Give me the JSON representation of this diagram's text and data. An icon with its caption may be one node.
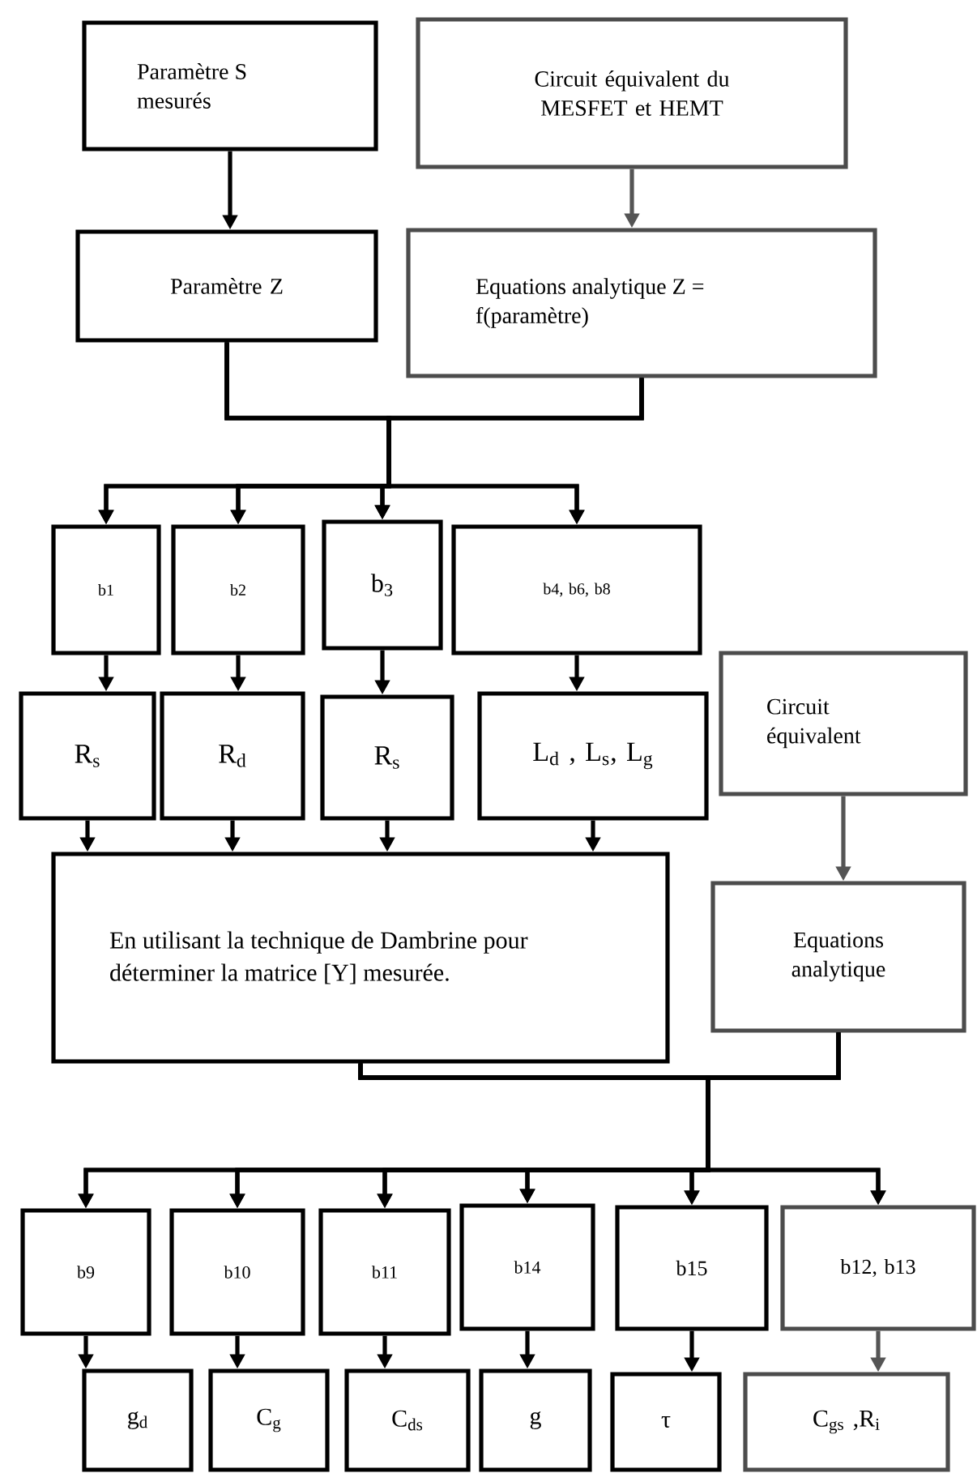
{
  "diagram": {
    "nodes": [
      {
        "text": [
          "Paramètre S mesurés"
        ]
      },
      {
        "text": [
          "Circuit équivalent du MESFET et HEMT"
        ]
      },
      {
        "text": [
          "Paramètre Z"
        ]
      },
      {
        "text": [
          "Equations analytique Z = f(paramètre)"
        ]
      },
      {
        "text": [
          "b1"
        ]
      },
      {
        "text": [
          "b2"
        ]
      },
      {
        "text": [
          "b$_{3}$"
        ]
      },
      {
        "text": [
          "b4,  b6,  b8"
        ]
      },
      {
        "text": [
          "R$_{s}$"
        ]
      },
      {
        "text": [
          "R$_{d}$"
        ]
      },
      {
        "text": [
          "R$_{s}$"
        ]
      },
      {
        "text": [
          "L$_{d}$ , L$_{s}$, L$_{g}$"
        ]
      },
      {
        "text": [
          "Circuit équivalent"
        ]
      },
      {
        "text": [
          "En utilisant la technique de Dambrine pour déterminer la matrice [Y] mesurée."
        ]
      },
      {
        "text": [
          "Equations analytique"
        ]
      },
      {
        "text": [
          "b9"
        ]
      },
      {
        "text": [
          "b10"
        ]
      },
      {
        "text": [
          "b11"
        ]
      },
      {
        "text": [
          "b14"
        ]
      },
      {
        "text": [
          "b15"
        ]
      },
      {
        "text": [
          "b12,  b13"
        ]
      },
      {
        "text": [
          "g$_{d}$"
        ]
      },
      {
        "text": [
          "C$_{g}$"
        ]
      },
      {
        "text": [
          "C$_{ds}$"
        ]
      },
      {
        "text": [
          "g"
        ]
      },
      {
        "text": [
          "τ"
        ]
      },
      {
        "text": [
          "C$_{gs}$ ,R$_{i}$"
        ]
      }
    ],
    "edges": [
      {
        "from": 0,
        "to": 2,
        "arrow": "to"
      },
      {
        "from": 1,
        "to": 3,
        "arrow": "to",
        "color": "#555555"
      },
      {
        "from": 2,
        "to": 4,
        "arrow": "to"
      },
      {
        "from": 2,
        "to": 5,
        "arrow": "to"
      },
      {
        "from": 2,
        "to": 6,
        "arrow": "to"
      },
      {
        "from": 2,
        "to": 7,
        "arrow": "to"
      },
      {
        "from": 3,
        "to": 4,
        "arrow": "to"
      },
      {
        "from": 3,
        "to": 5,
        "arrow": "to"
      },
      {
        "from": 3,
        "to": 6,
        "arrow": "to"
      },
      {
        "from": 3,
        "to": 7,
        "arrow": "to"
      },
      {
        "from": 4,
        "to": 8,
        "arrow": "to"
      },
      {
        "from": 5,
        "to": 9,
        "arrow": "to"
      },
      {
        "from": 6,
        "to": 10,
        "arrow": "to"
      },
      {
        "from": 7,
        "to": 11,
        "arrow": "to"
      },
      {
        "from": 8,
        "to": 13,
        "arrow": "to"
      },
      {
        "from": 9,
        "to": 13,
        "arrow": "to"
      },
      {
        "from": 10,
        "to": 13,
        "arrow": "to"
      },
      {
        "from": 11,
        "to": 13,
        "arrow": "to"
      },
      {
        "from": 12,
        "to": 14,
        "arrow": "to",
        "color": "#555555"
      },
      {
        "from": 13,
        "to": 15,
        "arrow": "to"
      },
      {
        "from": 13,
        "to": 16,
        "arrow": "to"
      },
      {
        "from": 13,
        "to": 17,
        "arrow": "to"
      },
      {
        "from": 13,
        "to": 18,
        "arrow": "to"
      },
      {
        "from": 13,
        "to": 19,
        "arrow": "to"
      },
      {
        "from": 13,
        "to": 20,
        "arrow": "to"
      },
      {
        "from": 14,
        "to": 15,
        "arrow": "to"
      },
      {
        "from": 14,
        "to": 16,
        "arrow": "to"
      },
      {
        "from": 14,
        "to": 17,
        "arrow": "to"
      },
      {
        "from": 14,
        "to": 18,
        "arrow": "to"
      },
      {
        "from": 14,
        "to": 19,
        "arrow": "to"
      },
      {
        "from": 14,
        "to": 20,
        "arrow": "to"
      },
      {
        "from": 15,
        "to": 21,
        "arrow": "to"
      },
      {
        "from": 16,
        "to": 22,
        "arrow": "to"
      },
      {
        "from": 17,
        "to": 23,
        "arrow": "to"
      },
      {
        "from": 18,
        "to": 24,
        "arrow": "to"
      },
      {
        "from": 19,
        "to": 25,
        "arrow": "to"
      },
      {
        "from": 20,
        "to": 26,
        "arrow": "to",
        "color": "#555555"
      }
    ]
  }
}
